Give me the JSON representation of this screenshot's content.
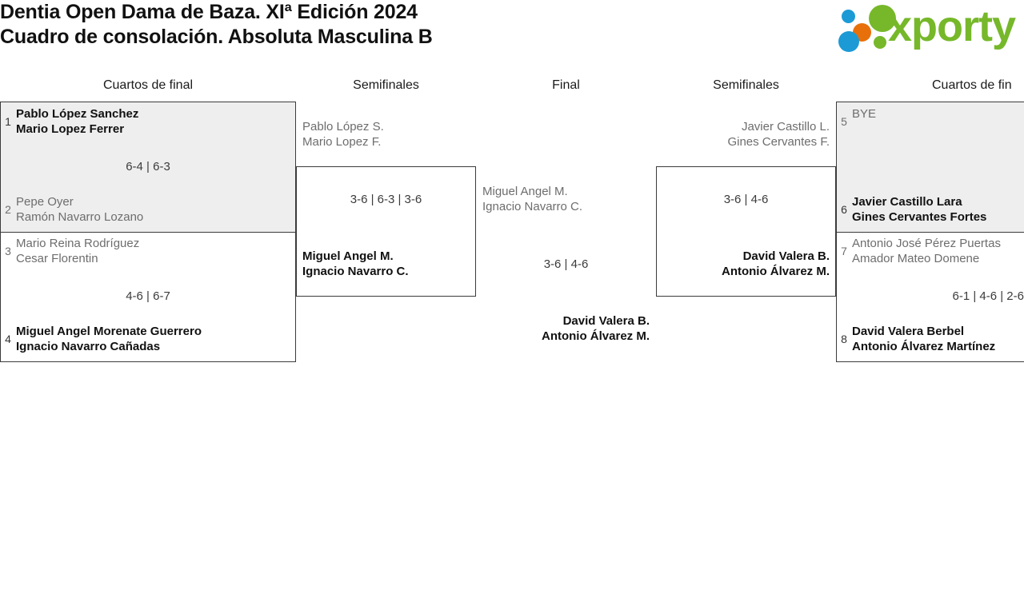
{
  "header": {
    "title_line1": "Dentia Open Dama de Baza. XIª Edición 2024",
    "title_line2": "Cuadro de consolación. Absoluta Masculina B",
    "logo_text": "xporty",
    "logo_colors": {
      "green": "#76b82a",
      "blue": "#1b9ad6",
      "orange": "#e8700a"
    }
  },
  "rounds": [
    {
      "label": "Cuartos de final"
    },
    {
      "label": "Semifinales"
    },
    {
      "label": "Final"
    },
    {
      "label": "Semifinales"
    },
    {
      "label": "Cuartos de fin"
    }
  ],
  "bracket": {
    "left_qf": [
      {
        "shaded": true,
        "top": {
          "seed": "1",
          "p1": "Pablo López Sanchez",
          "p2": "Mario Lopez Ferrer",
          "result": "winner"
        },
        "bottom": {
          "seed": "2",
          "p1": "Pepe Oyer",
          "p2": "Ramón Navarro Lozano",
          "result": "loser"
        },
        "score": "6-4 | 6-3"
      },
      {
        "shaded": false,
        "top": {
          "seed": "3",
          "p1": "Mario Reina Rodríguez",
          "p2": "Cesar Florentin",
          "result": "loser"
        },
        "bottom": {
          "seed": "4",
          "p1": "Miguel Angel Morenate Guerrero",
          "p2": "Ignacio Navarro Cañadas",
          "result": "winner"
        },
        "score": "4-6 | 6-7"
      }
    ],
    "left_sf": {
      "top": {
        "p1": "Pablo López S.",
        "p2": "Mario Lopez F.",
        "result": "loser"
      },
      "bottom": {
        "p1": "Miguel Angel M.",
        "p2": "Ignacio Navarro C.",
        "result": "winner"
      },
      "score": "3-6 | 6-3 | 3-6"
    },
    "final": {
      "top": {
        "p1": "Miguel Angel M.",
        "p2": "Ignacio Navarro C.",
        "result": "loser"
      },
      "bottom": {
        "p1": "David Valera B.",
        "p2": "Antonio Álvarez M.",
        "result": "winner"
      },
      "score_top": "3-6 | 4-6",
      "score_bottom": "3-6 | 4-6"
    },
    "right_sf": {
      "top": {
        "p1": "Javier Castillo L.",
        "p2": "Gines Cervantes F.",
        "result": "loser"
      },
      "bottom": {
        "p1": "David Valera B.",
        "p2": "Antonio Álvarez M.",
        "result": "winner"
      },
      "score": "3-6 | 4-6"
    },
    "right_qf": [
      {
        "shaded": true,
        "top": {
          "seed": "5",
          "p1": "BYE",
          "p2": "",
          "result": "loser"
        },
        "bottom": {
          "seed": "6",
          "p1": "Javier Castillo Lara",
          "p2": "Gines Cervantes Fortes",
          "result": "winner"
        },
        "score": ""
      },
      {
        "shaded": false,
        "top": {
          "seed": "7",
          "p1": "Antonio José Pérez Puertas",
          "p2": "Amador Mateo Domene",
          "result": "loser"
        },
        "bottom": {
          "seed": "8",
          "p1": "David Valera Berbel",
          "p2": "Antonio Álvarez Martínez",
          "result": "winner"
        },
        "score": "6-1 | 4-6 | 2-6"
      }
    ]
  }
}
